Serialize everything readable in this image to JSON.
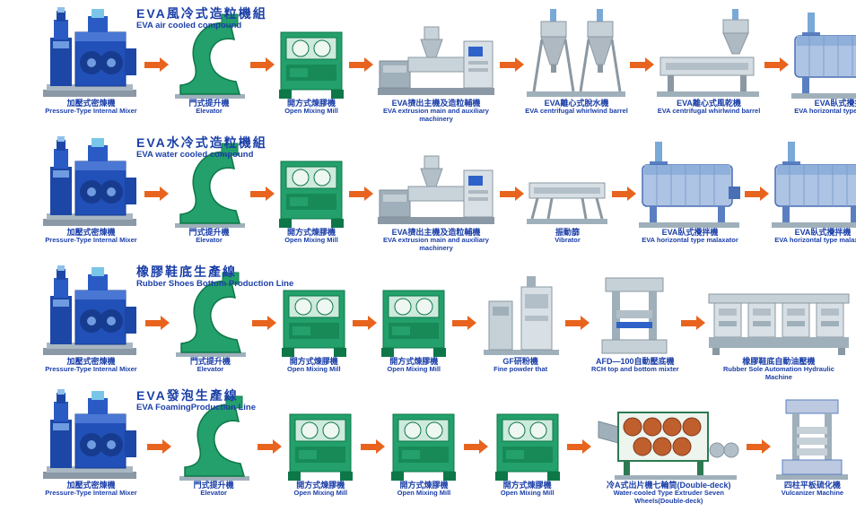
{
  "diagram": {
    "background": "#ffffff"
  },
  "colors": {
    "label": "#1b3fa8",
    "arrow": "#e8641e",
    "mixer_blue": "#2150b8",
    "machine_green": "#23a06b",
    "steel_gray": "#c6d0d7",
    "horizontal_mixer_blue": "#aec4e4",
    "wheel_brown": "#bf5f2e"
  },
  "rows": [
    {
      "title_cn": "EVA風冷式造粒機組",
      "title_en": "EVA air cooled compound",
      "machines": [
        {
          "cn": "加壓式密煉機",
          "en": "Pressure-Type Internal Mixer",
          "type": "internal-mixer"
        },
        {
          "cn": "門式提升機",
          "en": "Elevator",
          "type": "elevator"
        },
        {
          "cn": "開方式煉膠機",
          "en": "Open Mixing Mill",
          "type": "mill"
        },
        {
          "cn": "EVA擠出主機及造粒輔機",
          "en": "EVA extrusion main and auxiliary machinery",
          "type": "extruder"
        },
        {
          "cn": "EVA離心式脫水機",
          "en": "EVA centrifugal whirlwind barrel",
          "type": "centrifugal"
        },
        {
          "cn": "EVA離心式風乾機",
          "en": "EVA centrifugal whirlwind barrel",
          "type": "centrifugal-sieve"
        },
        {
          "cn": "EVA臥式攪拌機",
          "en": "EVA horizontal type malaxator",
          "type": "horizontal-mixer"
        }
      ]
    },
    {
      "title_cn": "EVA水冷式造粒機組",
      "title_en": "EVA water cooled compound",
      "machines": [
        {
          "cn": "加壓式密煉機",
          "en": "Pressure-Type Internal Mixer",
          "type": "internal-mixer"
        },
        {
          "cn": "門式提升機",
          "en": "Elevator",
          "type": "elevator"
        },
        {
          "cn": "開方式煉膠機",
          "en": "Open Mixing Mill",
          "type": "mill"
        },
        {
          "cn": "EVA擠出主機及造粒輔機",
          "en": "EVA extrusion main and auxiliary machinery",
          "type": "extruder"
        },
        {
          "cn": "振動篩",
          "en": "Vibrator",
          "type": "vibrator"
        },
        {
          "cn": "EVA臥式攪拌機",
          "en": "EVA horizontal type malaxator",
          "type": "horizontal-mixer"
        },
        {
          "cn": "EVA臥式攪拌機",
          "en": "EVA horizontal type malaxator",
          "type": "horizontal-mixer"
        }
      ]
    },
    {
      "title_cn": "橡膠鞋底生產線",
      "title_en": "Rubber Shoes Bottom Production Line",
      "machines": [
        {
          "cn": "加壓式密煉機",
          "en": "Pressure-Type Internal Mixer",
          "type": "internal-mixer"
        },
        {
          "cn": "門式提升機",
          "en": "Elevator",
          "type": "elevator"
        },
        {
          "cn": "開方式煉膠機",
          "en": "Open Mixing Mill",
          "type": "mill"
        },
        {
          "cn": "開方式煉膠機",
          "en": "Open Mixing Mill",
          "type": "mill"
        },
        {
          "cn": "GF研粉機",
          "en": "Fine powder that",
          "type": "gf-powder"
        },
        {
          "cn": "AFD—100自動壓底機",
          "en": "RCH top and bottom mixter",
          "type": "press-afd"
        },
        {
          "cn": "橡膠鞋底自動油壓機",
          "en": "Rubber Sole Automation Hydraulic Machine",
          "type": "hydraulic-line"
        }
      ]
    },
    {
      "title_cn": "EVA發泡生產線",
      "title_en": "EVA FoamingProduction Line",
      "machines": [
        {
          "cn": "加壓式密煉機",
          "en": "Pressure-Type Internal Mixer",
          "type": "internal-mixer"
        },
        {
          "cn": "門式提升機",
          "en": "Elevator",
          "type": "elevator"
        },
        {
          "cn": "開方式煉膠機",
          "en": "Open Mixing Mill",
          "type": "mill"
        },
        {
          "cn": "開方式煉膠機",
          "en": "Open Mixing Mill",
          "type": "mill"
        },
        {
          "cn": "開方式煉膠機",
          "en": "Open Mixing Mill",
          "type": "mill"
        },
        {
          "cn": "冷A式出片機七輪筒(Double-deck)",
          "en": "Water-cooled Type Extruder Seven Wheels(Double-deck)",
          "type": "seven-wheel"
        },
        {
          "cn": "四柱平板硫化機",
          "en": "Vulcanizer Machine",
          "type": "vulcanizer"
        }
      ]
    }
  ]
}
